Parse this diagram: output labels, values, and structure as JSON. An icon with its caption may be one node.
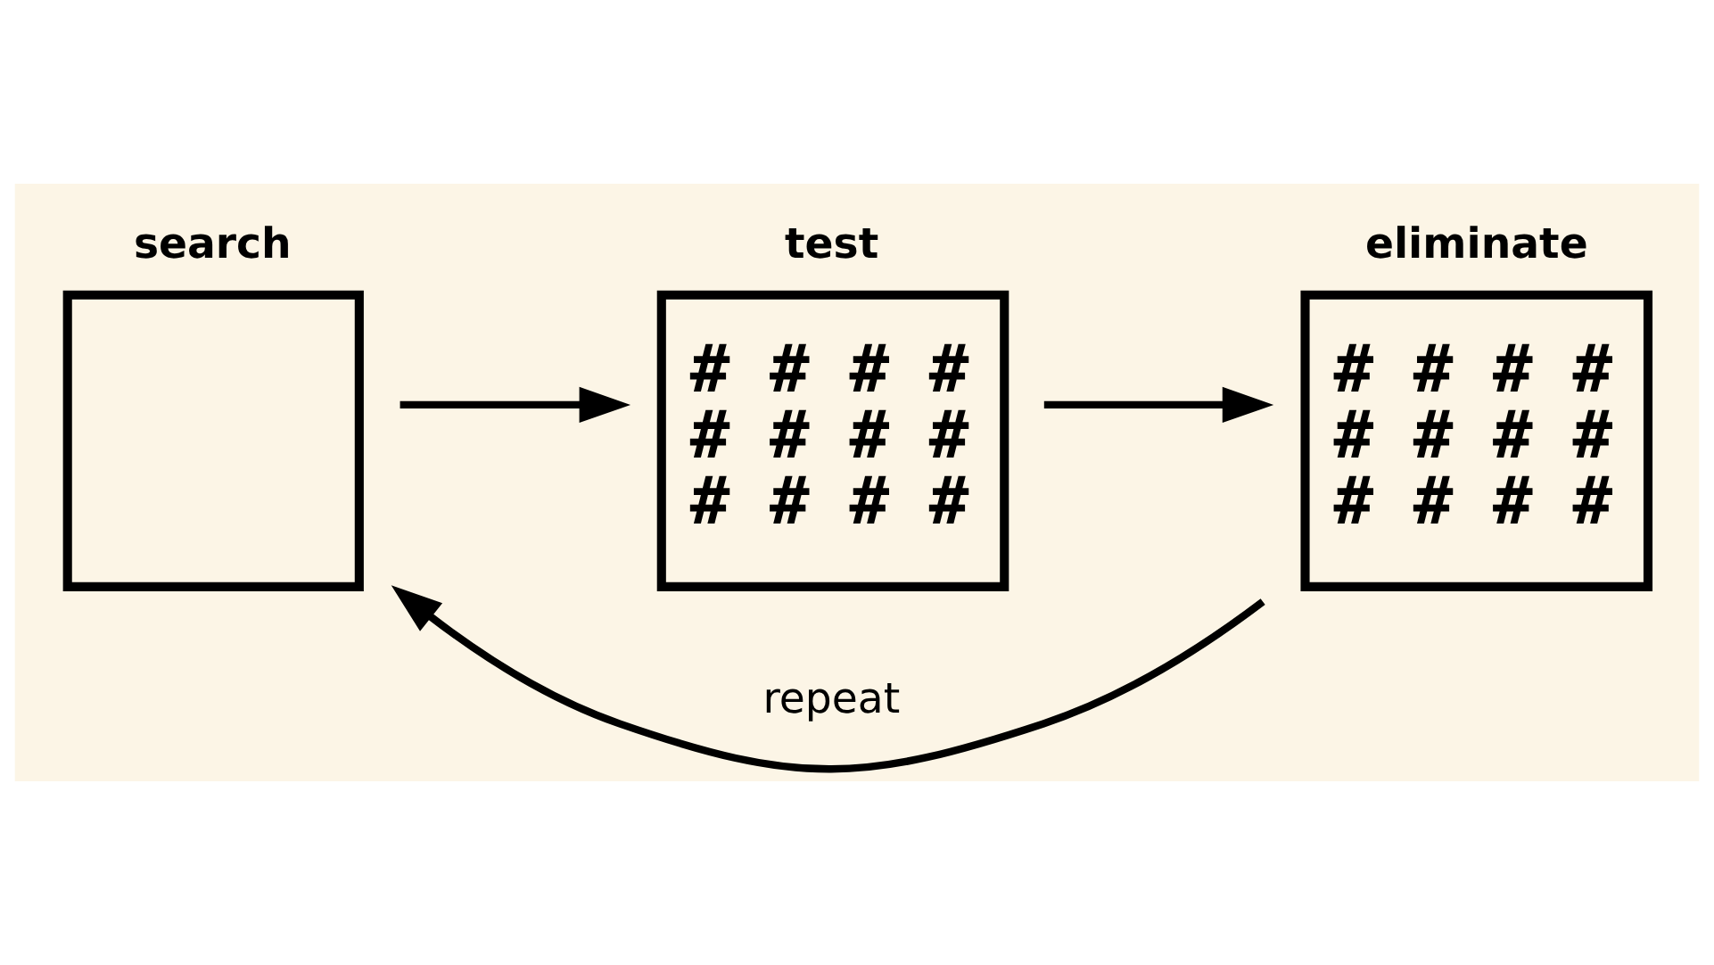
{
  "diagram": {
    "nodes": [
      {
        "text": [
          "search"
        ]
      },
      {
        "text": [
          "test",
          "# # # # # # # # # # # #"
        ]
      },
      {
        "text": [
          "eliminate",
          "# # # # # # # # # # # #"
        ]
      }
    ],
    "edges": [
      {
        "from": 0,
        "to": 1,
        "arrow": "to"
      },
      {
        "from": 1,
        "to": 2,
        "arrow": "to"
      },
      {
        "from": 2,
        "to": 0,
        "arrow": "to",
        "label": "repeat"
      }
    ]
  }
}
